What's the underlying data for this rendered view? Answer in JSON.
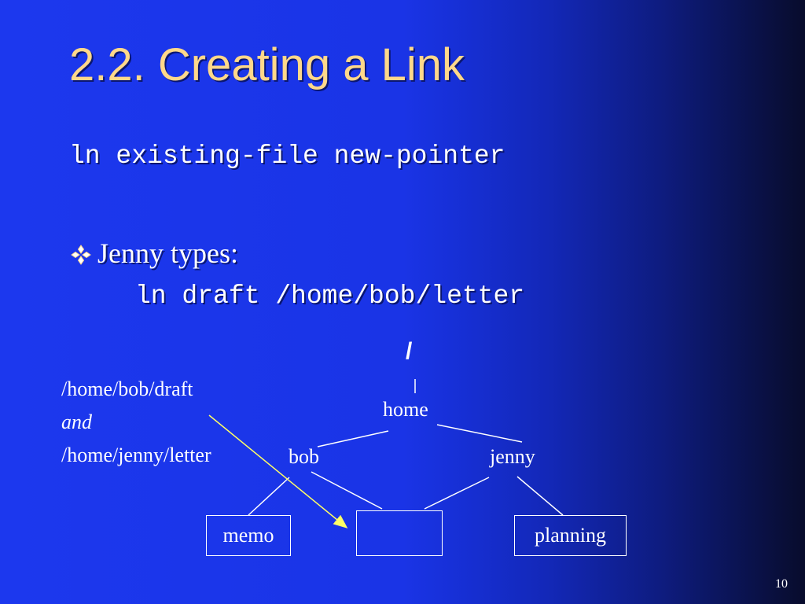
{
  "slide": {
    "title": "2.2. Creating a Link",
    "syntax": "ln existing-file new-pointer",
    "bullet": {
      "icon": "diamond-bullet-icon",
      "text": "Jenny types:"
    },
    "command": "ln draft /home/bob/letter",
    "page_number": "10"
  },
  "tree": {
    "root": "/",
    "home": "home",
    "bob": "bob",
    "jenny": "jenny",
    "memo": "memo",
    "planning": "planning"
  },
  "note": {
    "line1": "/home/bob/draft",
    "line2": "and",
    "line3": "/home/jenny/letter"
  },
  "colors": {
    "title": "#ffd88a",
    "background_left": "#1c38ee",
    "background_right": "#080c2c",
    "arrow": "#ffff66",
    "lines": "#ffffff"
  }
}
